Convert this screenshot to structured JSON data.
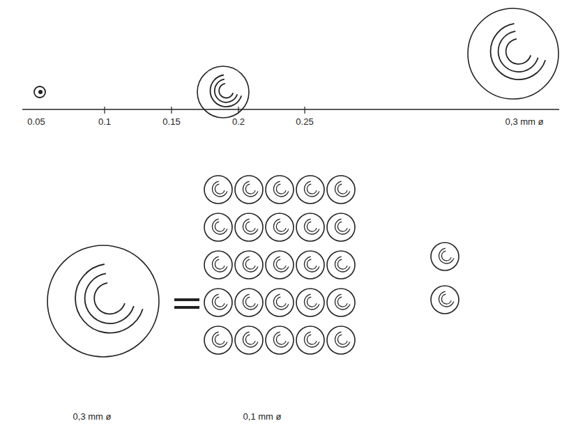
{
  "diagram": {
    "labels": [
      "0.05",
      "0.1",
      "0.15",
      "0.2",
      "0.25",
      "0,3 mm ø",
      "0,3 mm ø",
      "0,1 mm ø"
    ]
  }
}
